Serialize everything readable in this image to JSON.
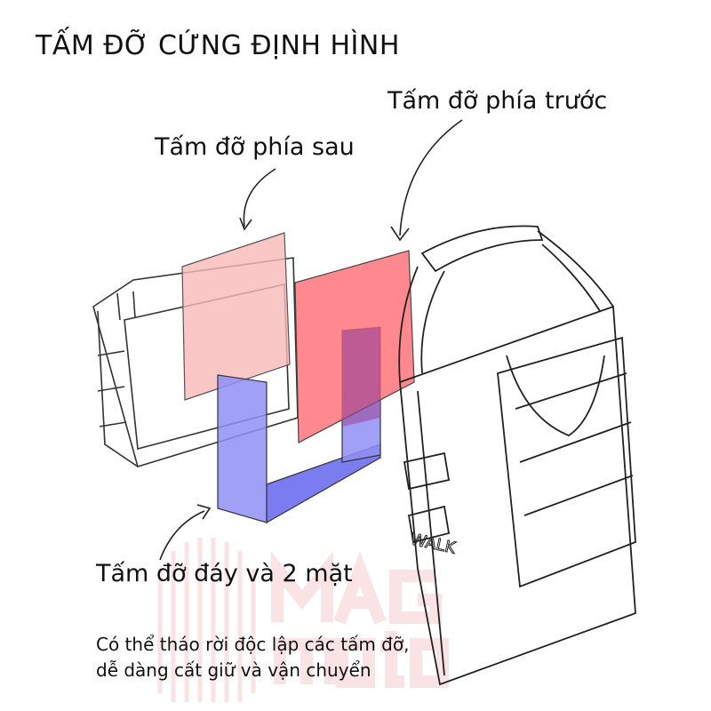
{
  "title": "TẤM ĐỠ CỨNG ĐỊNH HÌNH",
  "labels": {
    "front": "Tấm đỡ phía trước",
    "back": "Tấm đỡ phía sau",
    "bottom": "Tấm đỡ đáy và 2 mặt"
  },
  "note": {
    "line1": "Có thể tháo rời độc lập các tấm đỡ,",
    "line2": "dễ dàng cất giữ và vận chuyển"
  },
  "bag_label": "WALK",
  "watermark": "MAG moto",
  "colors": {
    "back_panel": "#f9b9b9",
    "front_panel": "#ff6b73",
    "bottom_panel": "#8f8ff5"
  }
}
